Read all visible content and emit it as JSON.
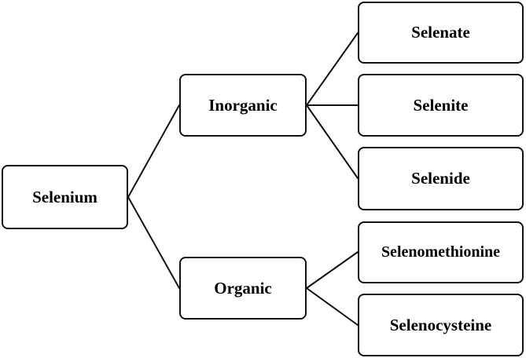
{
  "diagram": {
    "root": {
      "label": "Selenium"
    },
    "branches": [
      {
        "label": "Inorganic",
        "children": [
          "Selenate",
          "Selenite",
          "Selenide"
        ]
      },
      {
        "label": "Organic",
        "children": [
          "Selenomethionine",
          "Selenocysteine"
        ]
      }
    ],
    "colors": {
      "stroke": "#111111",
      "background": "#ffffff",
      "text": "#000000"
    }
  }
}
